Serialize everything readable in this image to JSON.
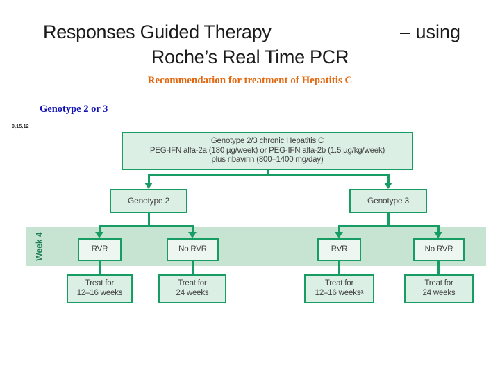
{
  "slide": {
    "title_line1_left": "Responses Guided Therapy",
    "title_line1_right": "– using",
    "title_line2": "Roche’s Real Time PCR",
    "subtitle": "Recommendation for treatment of Hepatitis C",
    "section_label": "Genotype 2 or 3",
    "citation": "9,15,12"
  },
  "flowchart": {
    "week_band_label": "Week 4",
    "top_box": {
      "line1": "Genotype 2/3 chronic Hepatitis C",
      "line2": "PEG-IFN alfa-2a (180 µg/week) or PEG-IFN alfa-2b (1.5 µg/kg/week)",
      "line3": "plus ribavirin (800–1400 mg/day)"
    },
    "genotype2_label": "Genotype 2",
    "genotype3_label": "Genotype 3",
    "rvr1_label": "RVR",
    "no_rvr1_label": "No RVR",
    "rvr2_label": "RVR",
    "no_rvr2_label": "No RVR",
    "treat1": {
      "line1": "Treat for",
      "line2": "12–16 weeks"
    },
    "treat2": {
      "line1": "Treat for",
      "line2": "24 weeks"
    },
    "treat3": {
      "line1": "Treat for",
      "line2": "12–16 weeksᵃ"
    },
    "treat4": {
      "line1": "Treat for",
      "line2": "24 weeks"
    }
  },
  "icons": {
    "arrowhead": "triangle-down"
  },
  "colors": {
    "green": "#179d63",
    "band": "#c7e4d3",
    "fill": "#dcefe4",
    "fill_light": "#edf6f1",
    "box_text": "#3f3f3f",
    "title": "#1b1b1b",
    "orange": "#e2670e",
    "blue": "#1212b5",
    "week": "#1f7e59"
  }
}
